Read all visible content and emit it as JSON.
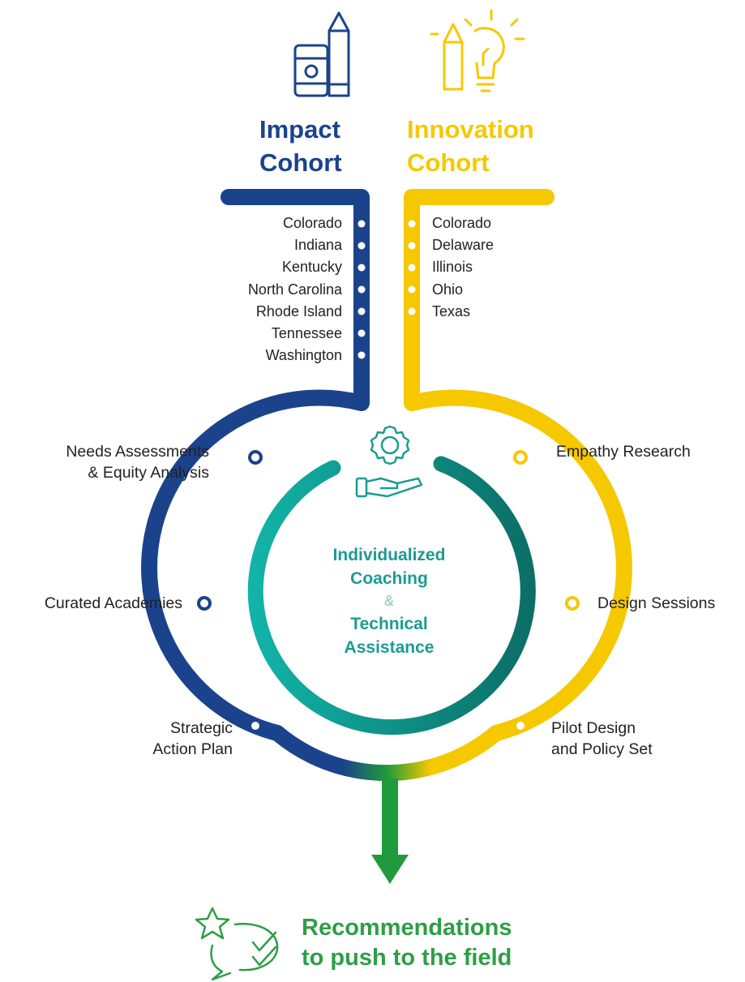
{
  "impact_cohort": {
    "title_line1": "Impact",
    "title_line2": "Cohort",
    "color": "#1b438c",
    "states": [
      "Colorado",
      "Indiana",
      "Kentucky",
      "North Carolina",
      "Rhode Island",
      "Tennessee",
      "Washington"
    ],
    "steps": [
      {
        "line1": "Needs Assessments",
        "line2": "& Equity Analysis"
      },
      {
        "line1": "Curated Academies",
        "line2": ""
      },
      {
        "line1": "Strategic",
        "line2": "Action Plan"
      }
    ],
    "icon": "pencil-sharpener-icon"
  },
  "innovation_cohort": {
    "title_line1": "Innovation",
    "title_line2": "Cohort",
    "color": "#f6c800",
    "states": [
      "Colorado",
      "Delaware",
      "Illinois",
      "Ohio",
      "Texas"
    ],
    "steps": [
      {
        "line1": "Empathy Research",
        "line2": ""
      },
      {
        "line1": "Design Sessions",
        "line2": ""
      },
      {
        "line1": "Pilot Design",
        "line2": "and Policy Set"
      }
    ],
    "icon": "pencil-lightbulb-icon"
  },
  "center": {
    "line1": "Individualized",
    "line2": "Coaching",
    "amp": "&",
    "line3": "Technical",
    "line4": "Assistance",
    "color": "#1b9b93",
    "icon": "gear-hand-icon"
  },
  "result": {
    "line1": "Recommendations",
    "line2": "to push to the field",
    "color": "#2e9e46",
    "icon": "star-check-chat-icon"
  }
}
